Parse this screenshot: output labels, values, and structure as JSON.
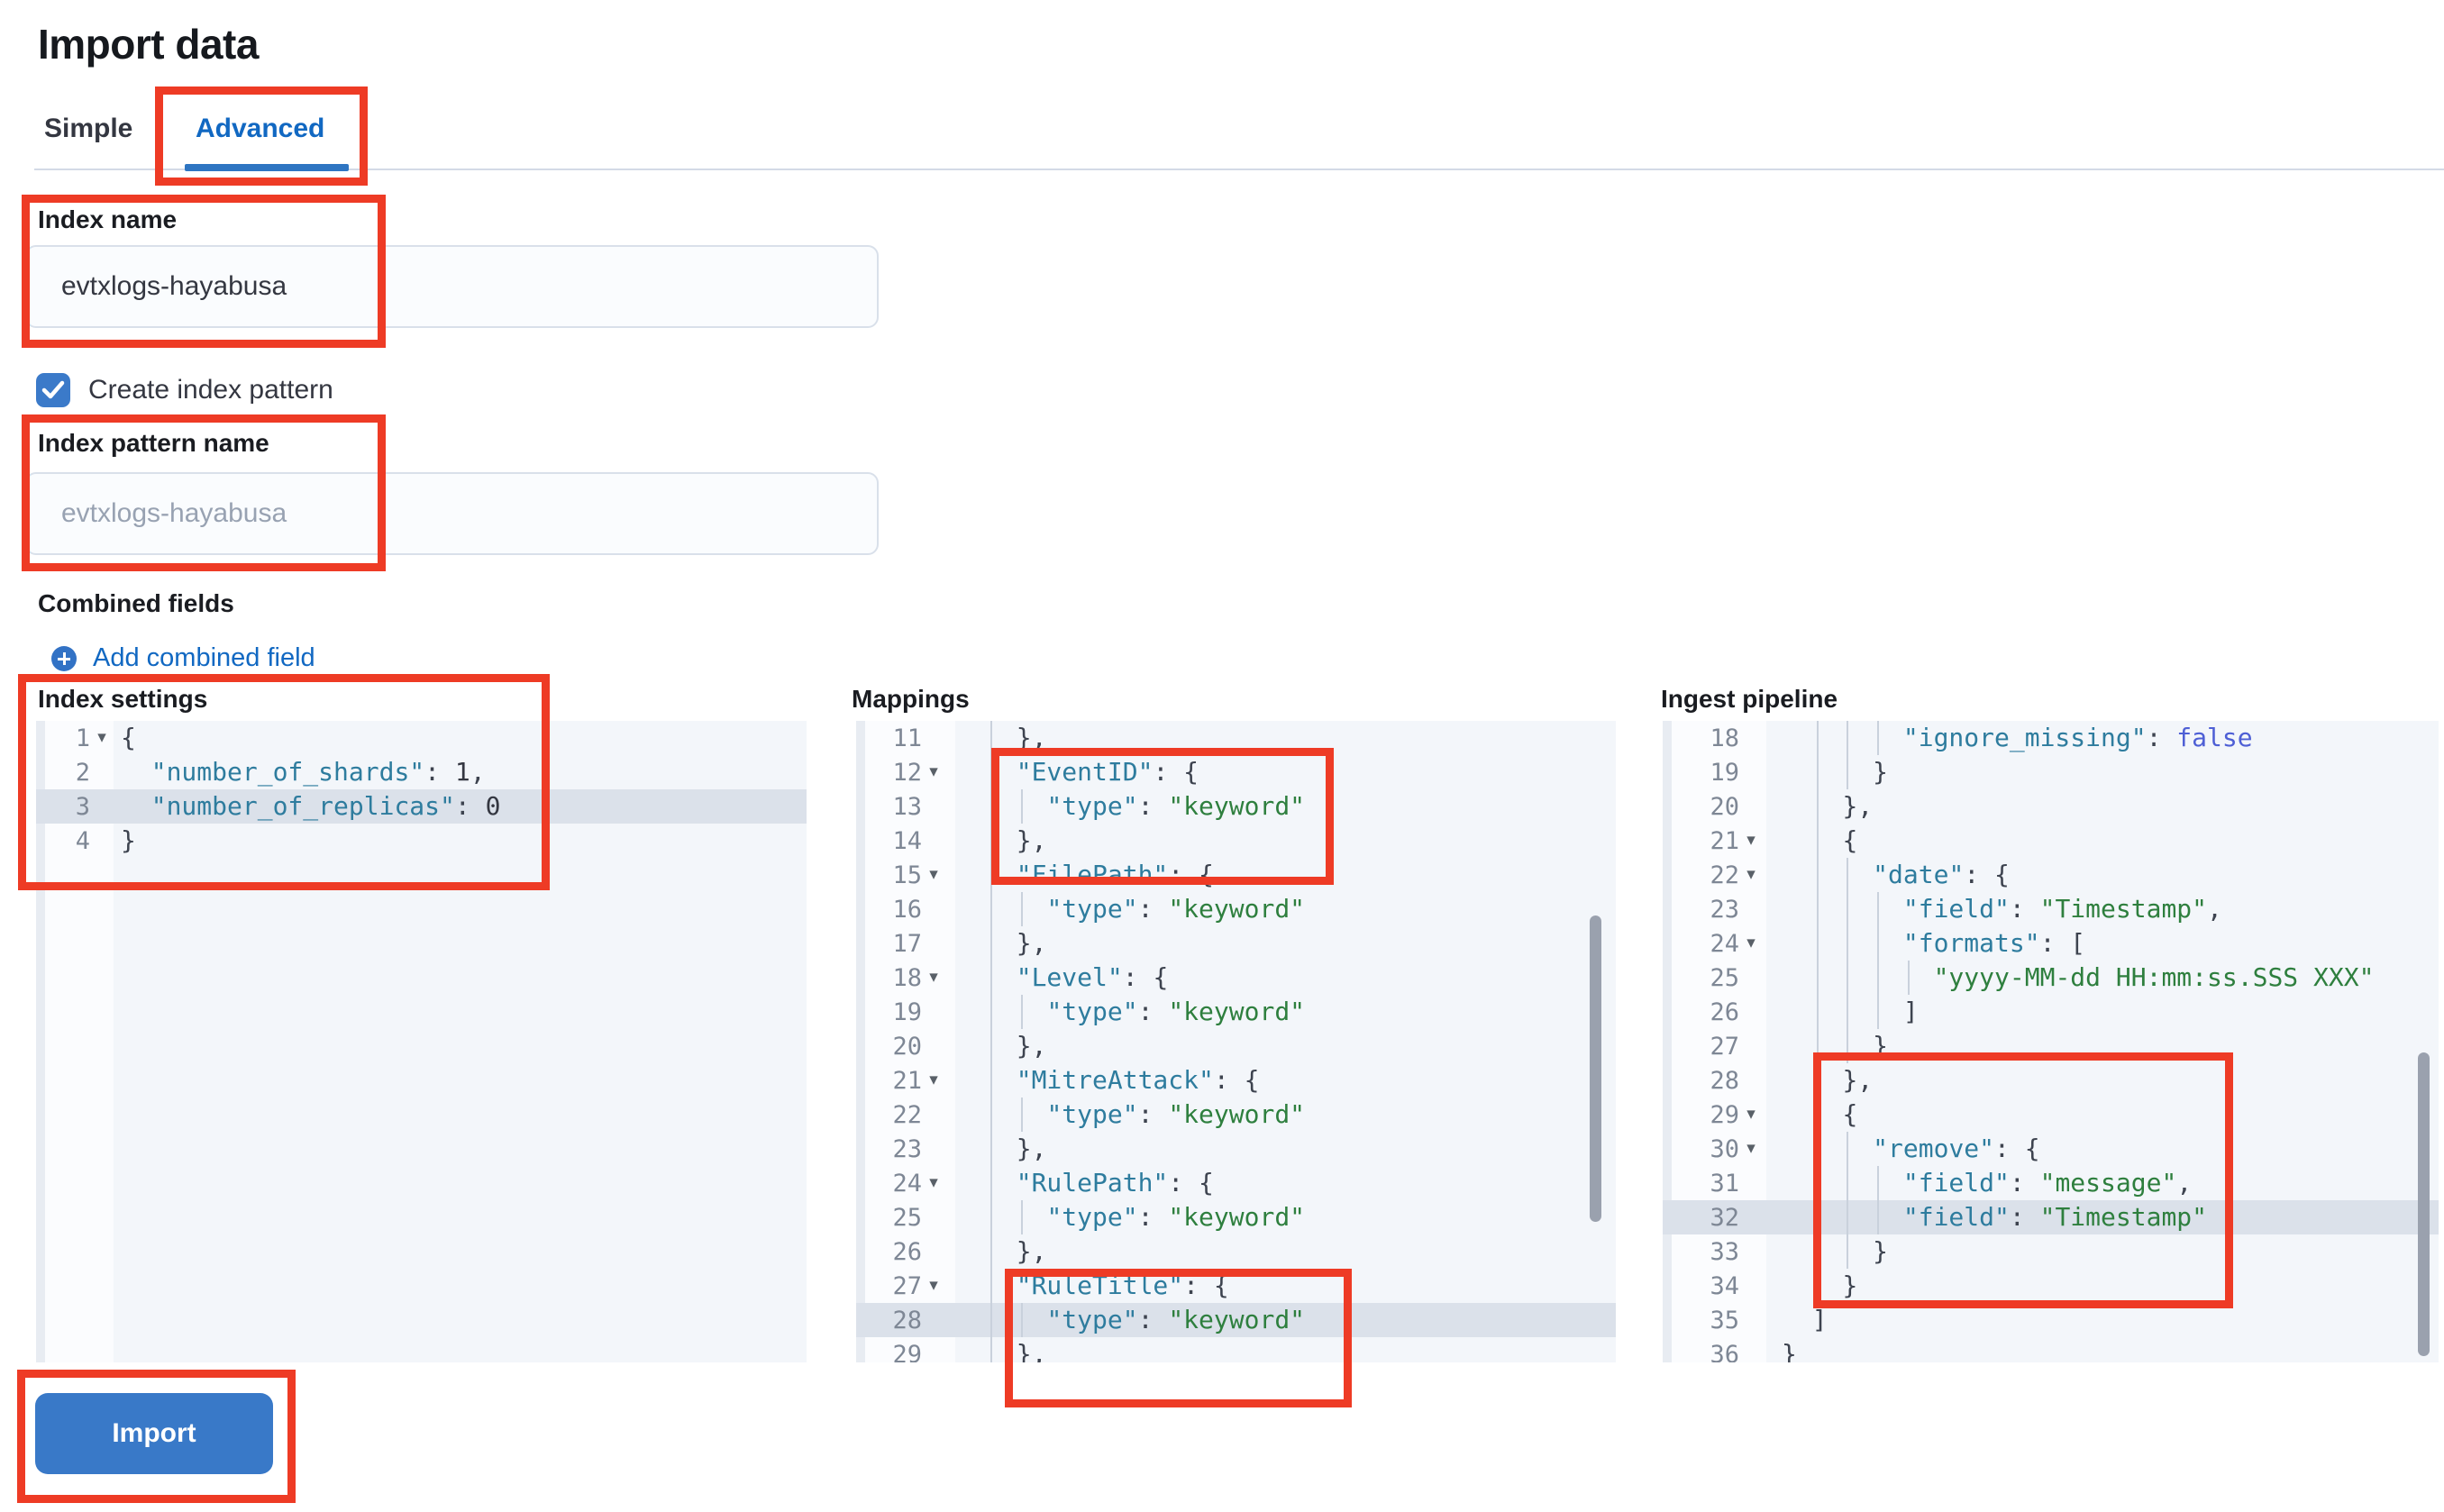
{
  "page": {
    "title": "Import data"
  },
  "tabs": [
    {
      "id": "simple",
      "label": "Simple",
      "active": false
    },
    {
      "id": "advanced",
      "label": "Advanced",
      "active": true
    }
  ],
  "form": {
    "index_name": {
      "label": "Index name",
      "value": "evtxlogs-hayabusa"
    },
    "create_index_pattern": {
      "label": "Create index pattern",
      "checked": true
    },
    "index_pattern_name": {
      "label": "Index pattern name",
      "value": "",
      "placeholder": "evtxlogs-hayabusa"
    },
    "combined_fields": {
      "label": "Combined fields",
      "add_button_label": "Add combined field",
      "icon": "plus-in-circle-icon"
    }
  },
  "import_button": {
    "label": "Import"
  },
  "colors": {
    "accent_fill_blue": "#3979c8",
    "link_blue": "#1168c2",
    "tab_underline_blue": "#2e75c2",
    "annotation_red": "#ee3b25",
    "editor_background": "#f3f6fa",
    "highlight_row": "#dbe1ea",
    "code_key": "#2e7c9e",
    "code_string": "#2e7f3e",
    "code_boolean": "#4e5fd5",
    "code_punctuation": "#3d434f"
  },
  "editors": [
    {
      "id": "index_settings",
      "label": "Index settings",
      "highlight_line": 3,
      "has_scrollbar": false,
      "lines": [
        {
          "n": 1,
          "fold": true,
          "indent": 0,
          "tokens": [
            {
              "t": "p",
              "v": "{"
            }
          ]
        },
        {
          "n": 2,
          "indent": 2,
          "tokens": [
            {
              "t": "k",
              "v": "\"number_of_shards\""
            },
            {
              "t": "p",
              "v": ": "
            },
            {
              "t": "d",
              "v": "1"
            },
            {
              "t": "p",
              "v": ","
            }
          ]
        },
        {
          "n": 3,
          "indent": 2,
          "tokens": [
            {
              "t": "k",
              "v": "\"number_of_replicas\""
            },
            {
              "t": "p",
              "v": ": "
            },
            {
              "t": "d",
              "v": "0"
            }
          ]
        },
        {
          "n": 4,
          "indent": 0,
          "tokens": [
            {
              "t": "p",
              "v": "}"
            }
          ]
        }
      ]
    },
    {
      "id": "mappings",
      "label": "Mappings",
      "highlight_line": 28,
      "has_scrollbar": true,
      "col0_guide": true,
      "lines": [
        {
          "n": 11,
          "indent": 2,
          "tokens": [
            {
              "t": "p",
              "v": "},"
            }
          ]
        },
        {
          "n": 12,
          "fold": true,
          "indent": 2,
          "tokens": [
            {
              "t": "k",
              "v": "\"EventID\""
            },
            {
              "t": "p",
              "v": ": {"
            }
          ]
        },
        {
          "n": 13,
          "indent": 4,
          "tokens": [
            {
              "t": "k",
              "v": "\"type\""
            },
            {
              "t": "p",
              "v": ": "
            },
            {
              "t": "s",
              "v": "\"keyword\""
            }
          ]
        },
        {
          "n": 14,
          "indent": 2,
          "tokens": [
            {
              "t": "p",
              "v": "},"
            }
          ]
        },
        {
          "n": 15,
          "fold": true,
          "indent": 2,
          "tokens": [
            {
              "t": "k",
              "v": "\"FilePath\""
            },
            {
              "t": "p",
              "v": ": {"
            }
          ]
        },
        {
          "n": 16,
          "indent": 4,
          "tokens": [
            {
              "t": "k",
              "v": "\"type\""
            },
            {
              "t": "p",
              "v": ": "
            },
            {
              "t": "s",
              "v": "\"keyword\""
            }
          ]
        },
        {
          "n": 17,
          "indent": 2,
          "tokens": [
            {
              "t": "p",
              "v": "},"
            }
          ]
        },
        {
          "n": 18,
          "fold": true,
          "indent": 2,
          "tokens": [
            {
              "t": "k",
              "v": "\"Level\""
            },
            {
              "t": "p",
              "v": ": {"
            }
          ]
        },
        {
          "n": 19,
          "indent": 4,
          "tokens": [
            {
              "t": "k",
              "v": "\"type\""
            },
            {
              "t": "p",
              "v": ": "
            },
            {
              "t": "s",
              "v": "\"keyword\""
            }
          ]
        },
        {
          "n": 20,
          "indent": 2,
          "tokens": [
            {
              "t": "p",
              "v": "},"
            }
          ]
        },
        {
          "n": 21,
          "fold": true,
          "indent": 2,
          "tokens": [
            {
              "t": "k",
              "v": "\"MitreAttack\""
            },
            {
              "t": "p",
              "v": ": {"
            }
          ]
        },
        {
          "n": 22,
          "indent": 4,
          "tokens": [
            {
              "t": "k",
              "v": "\"type\""
            },
            {
              "t": "p",
              "v": ": "
            },
            {
              "t": "s",
              "v": "\"keyword\""
            }
          ]
        },
        {
          "n": 23,
          "indent": 2,
          "tokens": [
            {
              "t": "p",
              "v": "},"
            }
          ]
        },
        {
          "n": 24,
          "fold": true,
          "indent": 2,
          "tokens": [
            {
              "t": "k",
              "v": "\"RulePath\""
            },
            {
              "t": "p",
              "v": ": {"
            }
          ]
        },
        {
          "n": 25,
          "indent": 4,
          "tokens": [
            {
              "t": "k",
              "v": "\"type\""
            },
            {
              "t": "p",
              "v": ": "
            },
            {
              "t": "s",
              "v": "\"keyword\""
            }
          ]
        },
        {
          "n": 26,
          "indent": 2,
          "tokens": [
            {
              "t": "p",
              "v": "},"
            }
          ]
        },
        {
          "n": 27,
          "fold": true,
          "indent": 2,
          "tokens": [
            {
              "t": "k",
              "v": "\"RuleTitle\""
            },
            {
              "t": "p",
              "v": ": {"
            }
          ]
        },
        {
          "n": 28,
          "indent": 4,
          "tokens": [
            {
              "t": "k",
              "v": "\"type\""
            },
            {
              "t": "p",
              "v": ": "
            },
            {
              "t": "s",
              "v": "\"keyword\""
            }
          ]
        },
        {
          "n": 29,
          "indent": 2,
          "tokens": [
            {
              "t": "p",
              "v": "},"
            }
          ]
        }
      ]
    },
    {
      "id": "ingest_pipeline",
      "label": "Ingest pipeline",
      "highlight_line": 32,
      "has_scrollbar": true,
      "lines": [
        {
          "n": 18,
          "indent": 8,
          "tokens": [
            {
              "t": "k",
              "v": "\"ignore_missing\""
            },
            {
              "t": "p",
              "v": ": "
            },
            {
              "t": "b",
              "v": "false"
            }
          ]
        },
        {
          "n": 19,
          "indent": 6,
          "tokens": [
            {
              "t": "p",
              "v": "}"
            }
          ]
        },
        {
          "n": 20,
          "indent": 4,
          "tokens": [
            {
              "t": "p",
              "v": "},"
            }
          ]
        },
        {
          "n": 21,
          "fold": true,
          "indent": 4,
          "tokens": [
            {
              "t": "p",
              "v": "{"
            }
          ]
        },
        {
          "n": 22,
          "fold": true,
          "indent": 6,
          "tokens": [
            {
              "t": "k",
              "v": "\"date\""
            },
            {
              "t": "p",
              "v": ": {"
            }
          ]
        },
        {
          "n": 23,
          "indent": 8,
          "tokens": [
            {
              "t": "k",
              "v": "\"field\""
            },
            {
              "t": "p",
              "v": ": "
            },
            {
              "t": "s",
              "v": "\"Timestamp\""
            },
            {
              "t": "p",
              "v": ","
            }
          ]
        },
        {
          "n": 24,
          "fold": true,
          "indent": 8,
          "tokens": [
            {
              "t": "k",
              "v": "\"formats\""
            },
            {
              "t": "p",
              "v": ": ["
            }
          ]
        },
        {
          "n": 25,
          "indent": 10,
          "tokens": [
            {
              "t": "s",
              "v": "\"yyyy-MM-dd HH:mm:ss.SSS XXX\""
            }
          ]
        },
        {
          "n": 26,
          "indent": 8,
          "tokens": [
            {
              "t": "p",
              "v": "]"
            }
          ]
        },
        {
          "n": 27,
          "indent": 6,
          "tokens": [
            {
              "t": "p",
              "v": "}"
            }
          ]
        },
        {
          "n": 28,
          "indent": 4,
          "tokens": [
            {
              "t": "p",
              "v": "},"
            }
          ]
        },
        {
          "n": 29,
          "fold": true,
          "indent": 4,
          "tokens": [
            {
              "t": "p",
              "v": "{"
            }
          ]
        },
        {
          "n": 30,
          "fold": true,
          "indent": 6,
          "tokens": [
            {
              "t": "k",
              "v": "\"remove\""
            },
            {
              "t": "p",
              "v": ": {"
            }
          ]
        },
        {
          "n": 31,
          "indent": 8,
          "tokens": [
            {
              "t": "k",
              "v": "\"field\""
            },
            {
              "t": "p",
              "v": ": "
            },
            {
              "t": "s",
              "v": "\"message\""
            },
            {
              "t": "p",
              "v": ","
            }
          ]
        },
        {
          "n": 32,
          "indent": 8,
          "tokens": [
            {
              "t": "k",
              "v": "\"field\""
            },
            {
              "t": "p",
              "v": ": "
            },
            {
              "t": "s",
              "v": "\"Timestamp\""
            }
          ]
        },
        {
          "n": 33,
          "indent": 6,
          "tokens": [
            {
              "t": "p",
              "v": "}"
            }
          ]
        },
        {
          "n": 34,
          "indent": 4,
          "tokens": [
            {
              "t": "p",
              "v": "}"
            }
          ]
        },
        {
          "n": 35,
          "indent": 2,
          "tokens": [
            {
              "t": "p",
              "v": "]"
            }
          ]
        },
        {
          "n": 36,
          "indent": 0,
          "tokens": [
            {
              "t": "p",
              "v": "}"
            }
          ]
        }
      ]
    }
  ],
  "annotations": [
    {
      "target": "advanced-tab"
    },
    {
      "target": "index-name-field"
    },
    {
      "target": "index-pattern-name-field"
    },
    {
      "target": "index-settings-editor"
    },
    {
      "target": "import-button"
    },
    {
      "target": "mappings-eventid-block"
    },
    {
      "target": "mappings-ruletitle-block"
    },
    {
      "target": "ingest-remove-block"
    }
  ]
}
